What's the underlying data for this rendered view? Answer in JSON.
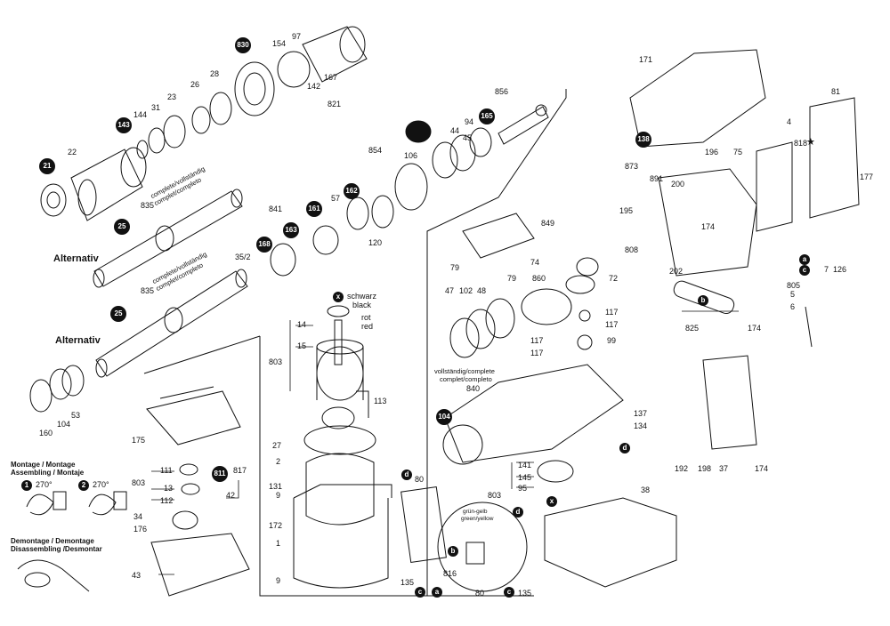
{
  "labels": {
    "p154": "154",
    "p97": "97",
    "p142": "142",
    "p167": "167",
    "p821": "821",
    "p28": "28",
    "p26": "26",
    "p23": "23",
    "p31": "31",
    "p144": "144",
    "p22": "22",
    "p856": "856",
    "p94": "94",
    "p44": "44",
    "p45": "45",
    "p854": "854",
    "p106": "106",
    "p57": "57",
    "p120": "120",
    "p841": "841",
    "p35_2": "35/2",
    "p835a": "835",
    "p835b": "835",
    "p104": "104",
    "p53": "53",
    "p160": "160",
    "p14": "14",
    "p15": "15",
    "p803a": "803",
    "p113": "113",
    "p27": "27",
    "p2": "2",
    "p131": "131",
    "p9a": "9",
    "p172": "172",
    "p1": "1",
    "p9b": "9",
    "p175": "175",
    "p111": "111",
    "p13": "13",
    "p112": "112",
    "p803b": "803",
    "p817": "817",
    "p42": "42",
    "p34": "34",
    "p176": "176",
    "p43": "43",
    "p849": "849",
    "p79a": "79",
    "p74": "74",
    "p79b": "79",
    "p47": "47",
    "p102": "102",
    "p48": "48",
    "p860": "860",
    "p72": "72",
    "p117a": "117",
    "p117b": "117",
    "p117c": "117",
    "p117d": "117",
    "p99": "99",
    "p840": "840",
    "p137": "137",
    "p134": "134",
    "p141": "141",
    "p145": "145",
    "p95": "95",
    "p803c": "803",
    "p80a": "80",
    "p816": "816",
    "p135a": "135",
    "p80b": "80",
    "p135b": "135",
    "p38": "38",
    "p171": "171",
    "p873": "873",
    "p196": "196",
    "p75": "75",
    "p891": "891",
    "p200": "200",
    "p195": "195",
    "p174a": "174",
    "p808": "808",
    "p202": "202",
    "p825": "825",
    "p174b": "174",
    "p81": "81",
    "p4": "4",
    "p818": "818",
    "p177": "177",
    "p7": "7",
    "p126": "126",
    "p805": "805",
    "p5": "5",
    "p6": "6",
    "p192": "192",
    "p198": "198",
    "p37": "37",
    "p174c": "174"
  },
  "dots": {
    "d830": "830",
    "d143": "143",
    "d21": "21",
    "d165": "165",
    "d162": "162",
    "d161": "161",
    "d168": "168",
    "d163": "163",
    "d25a": "25",
    "d25b": "25",
    "d811": "811",
    "d104": "104",
    "d138": "138"
  },
  "letters": {
    "x1": "x",
    "x2": "x",
    "a1": "a",
    "a2": "a",
    "b1": "b",
    "b2": "b",
    "c1": "c",
    "c2": "c",
    "c3": "c",
    "d1": "d",
    "d2": "d",
    "d3": "d",
    "star": "★"
  },
  "text": {
    "complete_a": "complete/vollständig",
    "complet_a": "complet/completo",
    "complete_b": "complete/vollständig",
    "complet_b": "complet/completo",
    "alternativ_a": "Alternativ",
    "alternativ_b": "Alternativ",
    "schwarz": "schwarz",
    "black": "black",
    "rot": "rot",
    "red": "red",
    "montage_1": "Montage / Montage",
    "montage_2": "Assembling / Montaje",
    "demontage_1": "Demontage / Demontage",
    "demontage_2": "Disassembling /Desmontar",
    "deg1": "270°",
    "deg2": "270°",
    "step1": "1",
    "step2": "2",
    "vollst_1": "vollständig/complete",
    "vollst_2": "complet/completo",
    "gruen_1": "grün-gelb",
    "gruen_2": "green/yellow"
  }
}
